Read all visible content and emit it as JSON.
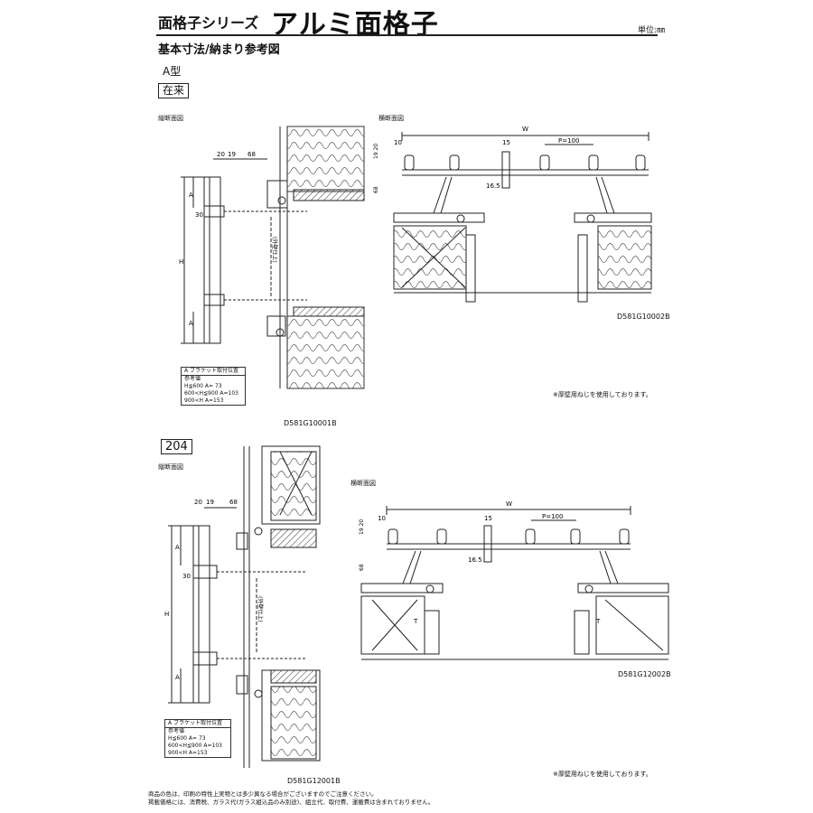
{
  "header": {
    "series": "面格子シリーズ",
    "product": "アルミ面格子",
    "unit": "単位:㎜"
  },
  "section_title": "基本寸法/納まり参考図",
  "type_label": "A型",
  "sections": [
    {
      "badge": "在来",
      "vertical": {
        "title": "縦断面図",
        "dims": {
          "d20": "20",
          "d19": "19",
          "d68": "68",
          "d30": "30",
          "a": "A",
          "h": "H",
          "finish": "(外壁仕上)"
        },
        "code": "D581G10001B"
      },
      "horizontal": {
        "title": "横断面図",
        "dims": {
          "w": "W",
          "d10": "10",
          "d15": "15",
          "pitch": "P=100",
          "d1920": "19 20",
          "d68": "68",
          "d165": "16.5"
        },
        "code": "D581G10002B",
        "note": "※厚壁用ねじを使用しております。"
      },
      "table": {
        "title": "A  ブラケット取付位置",
        "sub": "参考値",
        "rows": [
          "H≦600  A= 73",
          "600<H≦900  A=103",
          "900<H  A=153"
        ]
      }
    },
    {
      "badge": "204",
      "vertical": {
        "title": "縦断面図",
        "dims": {
          "d20": "20",
          "d19": "19",
          "d68": "68",
          "d30": "30",
          "a": "A",
          "h": "H",
          "finish": "(外壁仕上)"
        },
        "code": "D581G12001B"
      },
      "horizontal": {
        "title": "横断面図",
        "dims": {
          "w": "W",
          "d10": "10",
          "d15": "15",
          "pitch": "P=100",
          "d1920": "19 20",
          "d68": "68",
          "d165": "16.5",
          "t": "T"
        },
        "code": "D581G12002B",
        "note": "※厚壁用ねじを使用しております。"
      },
      "table": {
        "title": "A  ブラケット取付位置",
        "sub": "参考値",
        "rows": [
          "H≦600  A= 73",
          "600<H≦900  A=103",
          "900<H  A=153"
        ]
      }
    }
  ],
  "footer": {
    "line1": "商品の色は、印刷の特性上実物とは多少異なる場合がございますのでご注意ください。",
    "line2": "掲載価格には、消費税、ガラス代(ガラス組込品のみ別途)、組立代、取付費、運搬費は含まれておりません。"
  }
}
